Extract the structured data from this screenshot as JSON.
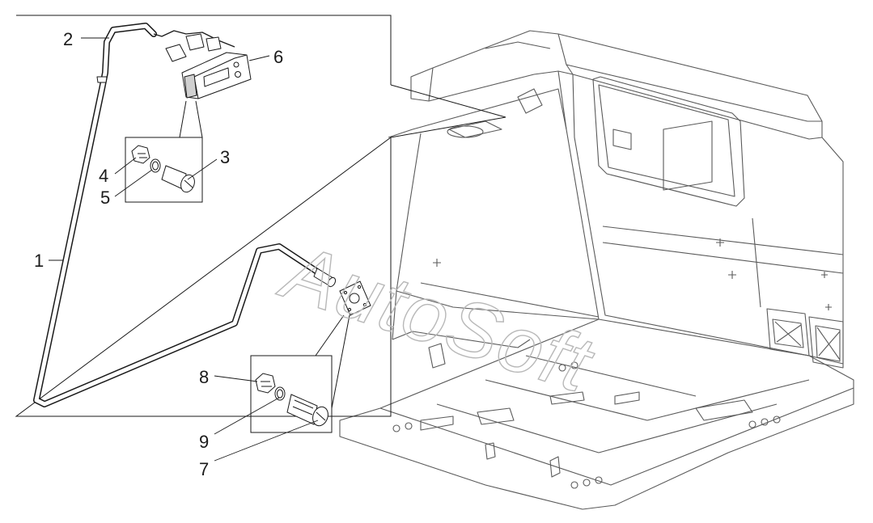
{
  "diagram": {
    "callouts": [
      {
        "id": "1",
        "label": "1"
      },
      {
        "id": "2",
        "label": "2"
      },
      {
        "id": "3",
        "label": "3"
      },
      {
        "id": "4",
        "label": "4"
      },
      {
        "id": "5",
        "label": "5"
      },
      {
        "id": "6",
        "label": "6"
      },
      {
        "id": "7",
        "label": "7"
      },
      {
        "id": "8",
        "label": "8"
      },
      {
        "id": "9",
        "label": "9"
      }
    ],
    "watermark": "AutoSoft",
    "colors": {
      "line": "#1a1a1a",
      "cab_line": "#555555",
      "watermark": "#b8b8b8",
      "background": "#ffffff"
    }
  }
}
